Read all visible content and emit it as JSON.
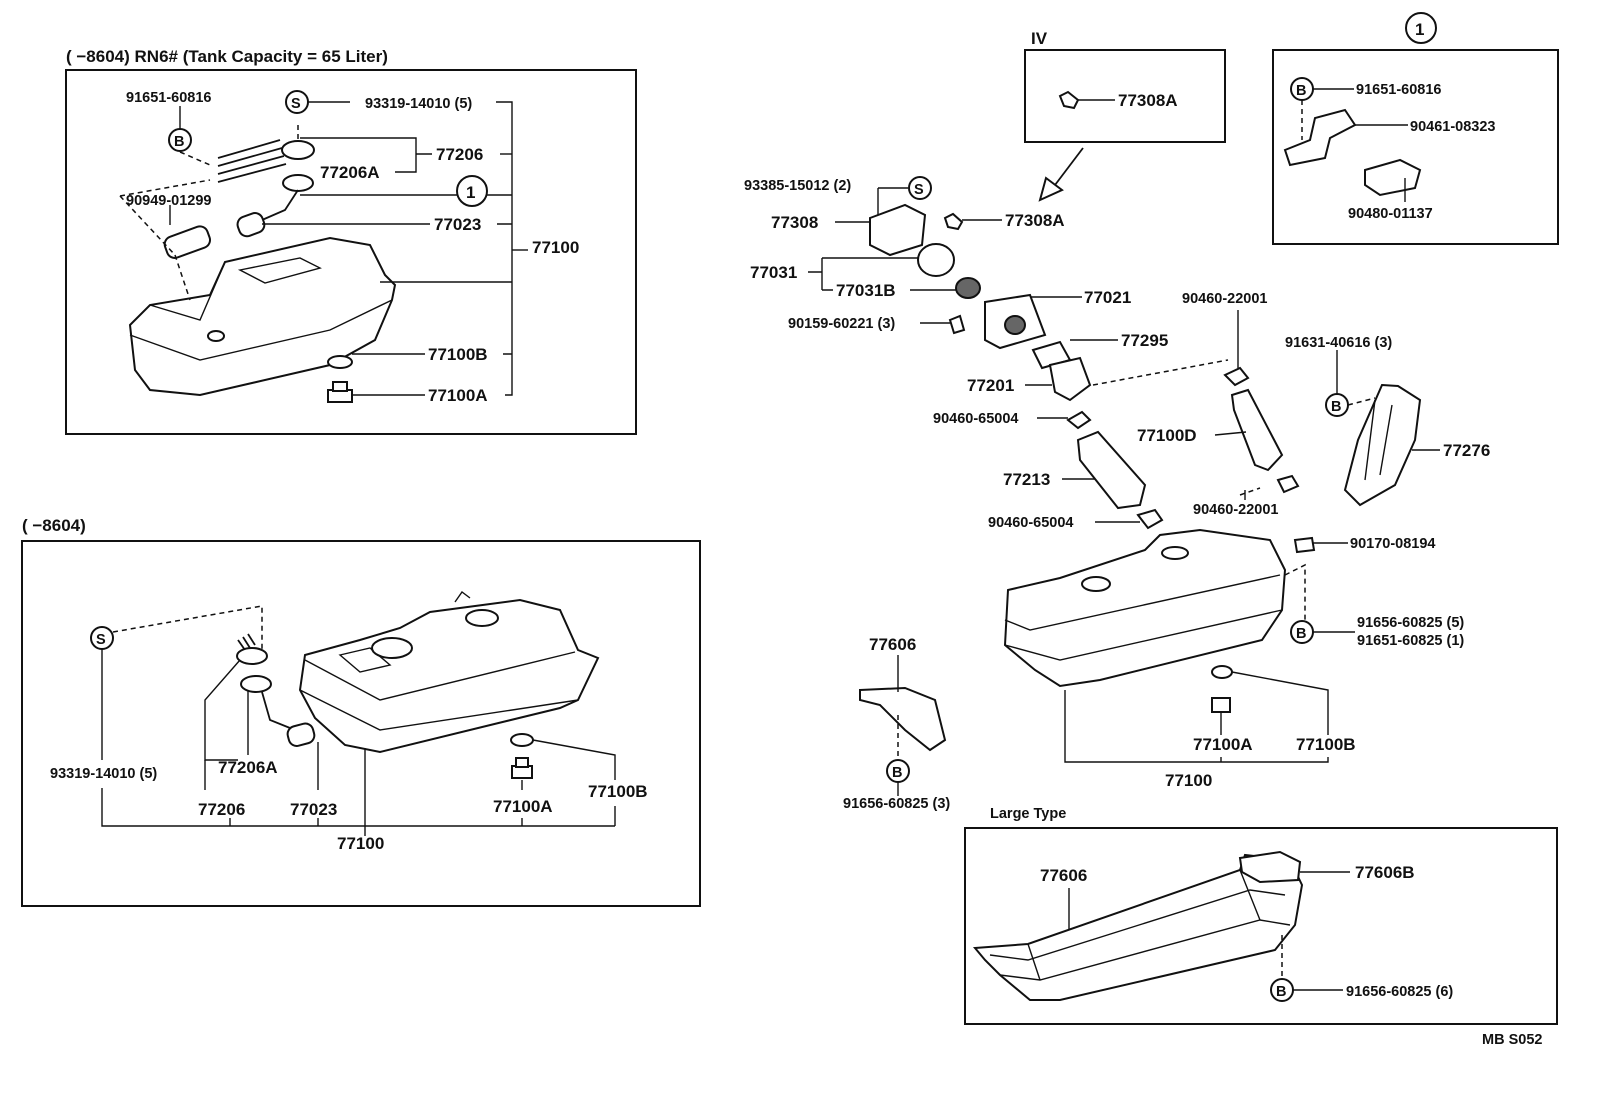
{
  "panels": {
    "top_left": {
      "header": "(    −8604) RN6# (Tank Capacity = 65 Liter)",
      "labels": {
        "p91651_60816": "91651-60816",
        "p93319_14010_5": "93319-14010 (5)",
        "p77206": "77206",
        "p77206A": "77206A",
        "p90949_01299": "90949-01299",
        "p77023": "77023",
        "p77100": "77100",
        "p77100B": "77100B",
        "p77100A": "77100A"
      },
      "symbols": {
        "s": "S",
        "b": "B",
        "one": "1"
      }
    },
    "bottom_left": {
      "header": "(    −8604)",
      "labels": {
        "p93319_14010_5": "93319-14010 (5)",
        "p77206A": "77206A",
        "p77206": "77206",
        "p77023": "77023",
        "p77100": "77100",
        "p77100A": "77100A",
        "p77100B": "77100B"
      },
      "symbols": {
        "s": "S"
      }
    },
    "iv_box": {
      "header": "IV",
      "labels": {
        "p77308A": "77308A"
      }
    },
    "detail_one": {
      "header": "1",
      "labels": {
        "p91651_60816": "91651-60816",
        "p90461_08323": "90461-08323",
        "p90480_01137": "90480-01137"
      },
      "symbols": {
        "b": "B"
      }
    },
    "main": {
      "labels": {
        "p93385_15012_2": "93385-15012 (2)",
        "p77308": "77308",
        "p77308A": "77308A",
        "p77031": "77031",
        "p77031B": "77031B",
        "p77021": "77021",
        "p90159_60221_3": "90159-60221 (3)",
        "p77295": "77295",
        "p90460_22001_a": "90460-22001",
        "p91631_40616_3": "91631-40616 (3)",
        "p77201": "77201",
        "p90460_65004_a": "90460-65004",
        "p77100D": "77100D",
        "p77276": "77276",
        "p77213": "77213",
        "p90460_22001_b": "90460-22001",
        "p90460_65004_b": "90460-65004",
        "p90170_08194": "90170-08194",
        "p91656_60825_5": "91656-60825 (5)",
        "p91651_60825_1": "91651-60825 (1)",
        "p77606": "77606",
        "p77100A": "77100A",
        "p77100B": "77100B",
        "p77100": "77100",
        "p91656_60825_3": "91656-60825 (3)"
      },
      "symbols": {
        "s": "S",
        "b": "B"
      }
    },
    "large_type": {
      "header": "Large Type",
      "labels": {
        "p77606": "77606",
        "p77606B": "77606B",
        "p91656_60825_6": "91656-60825 (6)"
      },
      "symbols": {
        "b": "B"
      }
    }
  },
  "footer_code": "MB  S052"
}
